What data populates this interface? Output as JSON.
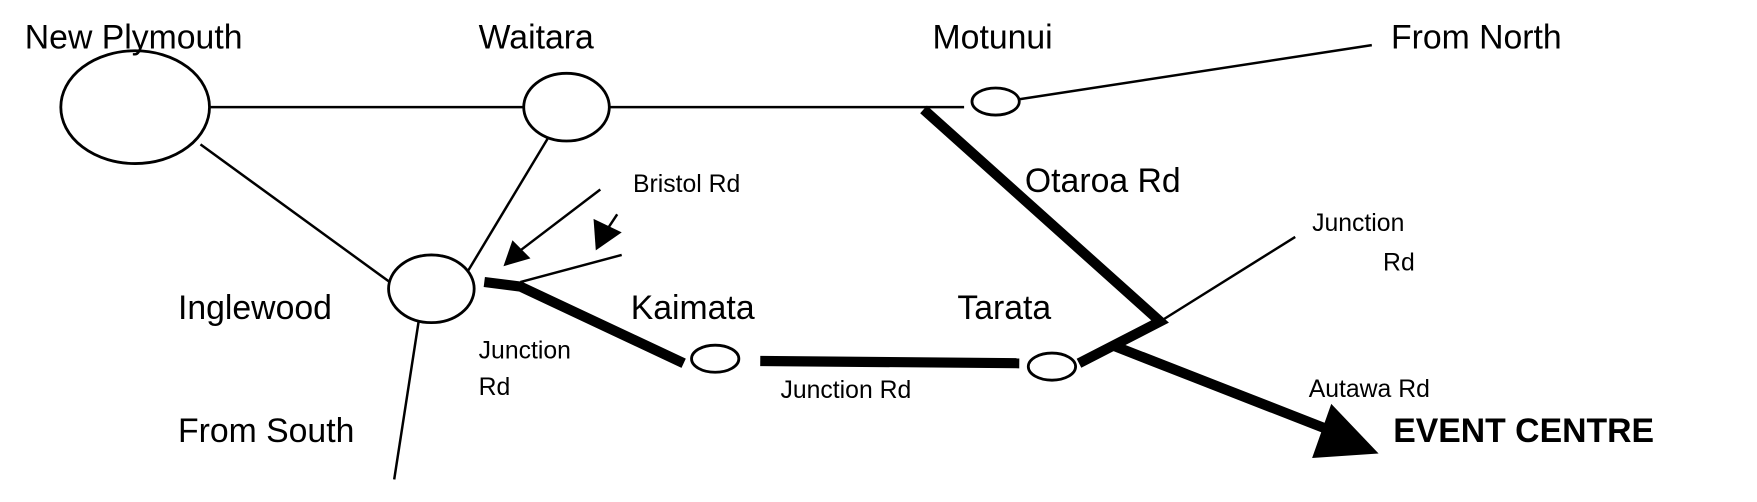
{
  "towns": {
    "new_plymouth": "New Plymouth",
    "waitara": "Waitara",
    "motunui": "Motunui",
    "inglewood": "Inglewood",
    "kaimata": "Kaimata",
    "tarata": "Tarata"
  },
  "directions": {
    "from_north": "From North",
    "from_south": "From South"
  },
  "roads": {
    "bristol": "Bristol Rd",
    "otaroa": "Otaroa Rd",
    "junction_left_1": "Junction",
    "junction_left_2": "Rd",
    "junction_mid": "Junction Rd",
    "junction_right_1": "Junction",
    "junction_right_2": "Rd",
    "autawa": "Autawa Rd"
  },
  "destination": "EVENT CENTRE",
  "colors": {
    "ink": "#000000",
    "background": "#ffffff"
  }
}
